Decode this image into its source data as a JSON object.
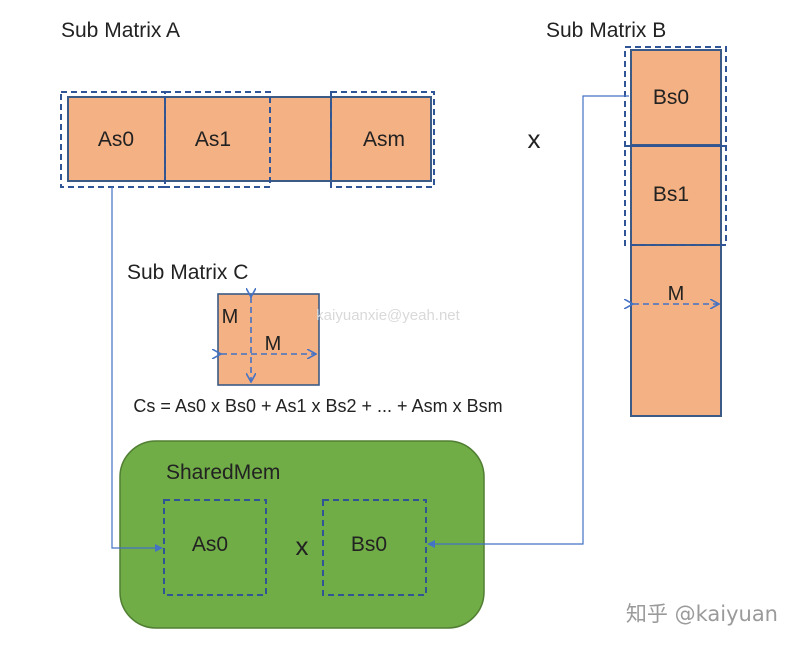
{
  "sub_matrix_a": {
    "title": "Sub Matrix A",
    "cells": [
      "As0",
      "As1",
      "Asm"
    ]
  },
  "sub_matrix_b": {
    "title": "Sub Matrix B",
    "cells": [
      "Bs0",
      "Bs1"
    ],
    "dim_label": "M"
  },
  "sub_matrix_c": {
    "title": "Sub Matrix C",
    "height_label": "M",
    "width_label": "M"
  },
  "multiply_symbol": "x",
  "formula": "Cs = As0 x Bs0 + As1 x Bs2 + ... + Asm x Bsm",
  "shared_mem": {
    "title": "SharedMem",
    "tile_a": "As0",
    "tile_b": "Bs0",
    "multiply_symbol": "x"
  },
  "watermark": "kaiyuanxie@yeah.net",
  "credit": "知乎 @kaiyuan",
  "colors": {
    "tile_fill": "#f4b183",
    "tile_border": "#3b5a85",
    "dash": "#2f5597",
    "arrow": "#4472c4",
    "shared_fill": "#70ad47",
    "shared_border": "#507e32"
  }
}
